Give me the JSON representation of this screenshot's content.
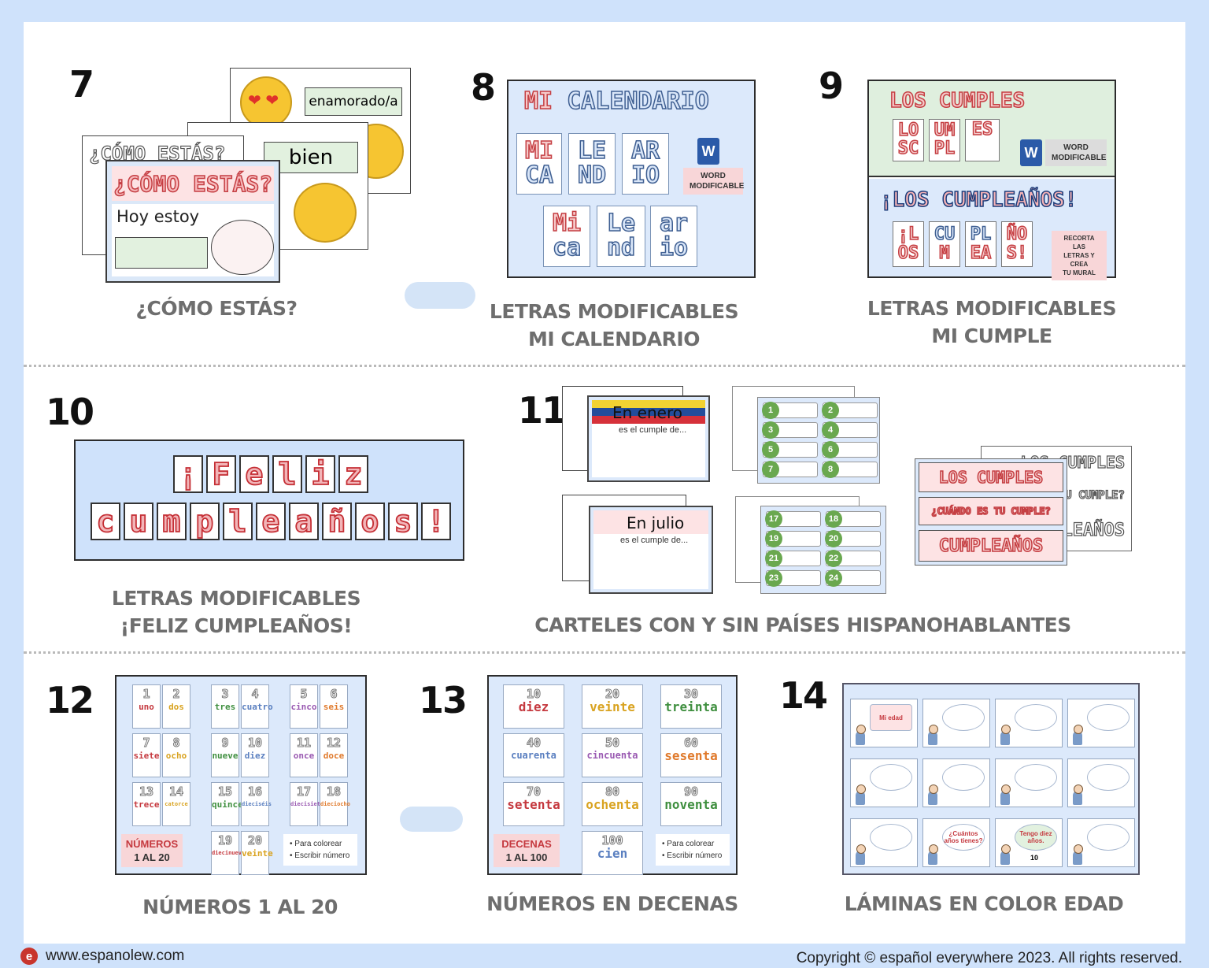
{
  "footer": {
    "website": "www.espanolew.com",
    "copyright": "Copyright © español everywhere 2023. All rights reserved."
  },
  "items": [
    {
      "number": "7",
      "caption": [
        "¿CÓMO ESTÁS?"
      ],
      "preview": {
        "title": "¿CÓMO ESTÁS?",
        "prompt": "Hoy estoy",
        "words": [
          "enamorado/a",
          "bien"
        ]
      }
    },
    {
      "number": "8",
      "caption": [
        "LETRAS MODIFICABLES",
        "MI CALENDARIO"
      ],
      "preview": {
        "title": "MI CALENDARIO",
        "tiles_a": [
          "MI CA",
          "LE ND",
          "AR IO"
        ],
        "tiles_b": [
          "Mi ca",
          "Le nd",
          "ar io"
        ],
        "badge": [
          "WORD",
          "MODIFICABLE"
        ]
      }
    },
    {
      "number": "9",
      "caption": [
        "LETRAS MODIFICABLES",
        "MI CUMPLE"
      ],
      "preview": {
        "title": "LOS CUMPLES",
        "tiles_a": [
          "LO SC",
          "UM PL",
          "ES"
        ],
        "title_b": "¡LOS CUMPLEAÑOS!",
        "tiles_b": [
          "¡L OS",
          "CU M",
          "PL EA",
          "ÑO S!"
        ],
        "badge": [
          "WORD",
          "MODIFICABLE"
        ],
        "note": [
          "RECORTA LAS",
          "LETRAS Y CREA",
          "TU MURAL"
        ]
      }
    },
    {
      "number": "10",
      "caption": [
        "LETRAS MODIFICABLES",
        "¡FELIZ CUMPLEAÑOS!"
      ],
      "preview": {
        "row1": [
          "¡",
          "F",
          "e",
          "l",
          "i",
          "z"
        ],
        "row2": [
          "c",
          "u",
          "m",
          "p",
          "l",
          "e",
          "a",
          "ñ",
          "o",
          "s",
          "!"
        ]
      }
    },
    {
      "number": "11",
      "caption": [
        "CARTELES CON Y SIN PAÍSES HISPANOHABLANTES"
      ],
      "preview": {
        "month_a": "En enero",
        "month_b": "En julio",
        "sub": "es el cumple de...",
        "banners": [
          "LOS CUMPLES",
          "¿CUÁNDO ES TU CUMPLE?",
          "CUMPLEAÑOS"
        ],
        "nums_a": [
          "1",
          "2",
          "3",
          "4",
          "5",
          "6",
          "7",
          "8"
        ],
        "nums_b": [
          "17",
          "18",
          "19",
          "20",
          "21",
          "22",
          "23",
          "24"
        ]
      }
    },
    {
      "number": "12",
      "caption": [
        "NÚMEROS 1 AL 20"
      ],
      "preview": {
        "label": [
          "NÚMEROS",
          "1 AL 20"
        ],
        "bullets": [
          "Para colorear",
          "Escribir número"
        ],
        "cards": [
          [
            "1",
            "uno"
          ],
          [
            "2",
            "dos"
          ],
          [
            "3",
            "tres"
          ],
          [
            "4",
            "cuatro"
          ],
          [
            "5",
            "cinco"
          ],
          [
            "6",
            "seis"
          ],
          [
            "7",
            "siete"
          ],
          [
            "8",
            "ocho"
          ],
          [
            "9",
            "nueve"
          ],
          [
            "10",
            "diez"
          ],
          [
            "11",
            "once"
          ],
          [
            "12",
            "doce"
          ],
          [
            "13",
            "trece"
          ],
          [
            "14",
            "catorce"
          ],
          [
            "15",
            "quince"
          ],
          [
            "16",
            "dieciséis"
          ],
          [
            "17",
            "diecisiete"
          ],
          [
            "18",
            "dieciocho"
          ],
          [
            "19",
            "diecinueve"
          ],
          [
            "20",
            "veinte"
          ]
        ]
      }
    },
    {
      "number": "13",
      "caption": [
        "NÚMEROS EN DECENAS"
      ],
      "preview": {
        "label": [
          "DECENAS",
          "1 AL 100"
        ],
        "bullets": [
          "Para colorear",
          "Escribir número"
        ],
        "cards": [
          [
            "10",
            "diez"
          ],
          [
            "20",
            "veinte"
          ],
          [
            "30",
            "treinta"
          ],
          [
            "40",
            "cuarenta"
          ],
          [
            "50",
            "cincuenta"
          ],
          [
            "60",
            "sesenta"
          ],
          [
            "70",
            "setenta"
          ],
          [
            "80",
            "ochenta"
          ],
          [
            "90",
            "noventa"
          ],
          [
            "100",
            "cien"
          ]
        ]
      }
    },
    {
      "number": "14",
      "caption": [
        "LÁMINAS EN COLOR EDAD"
      ],
      "preview": {
        "title": "Mi edad",
        "q": "¿Cuántos años tienes?",
        "a": "Tengo diez años.",
        "n": "10"
      }
    }
  ],
  "colors": {
    "page_bg": "#cfe2fb",
    "caption": "#6e6e6e",
    "accent_red": "#c53f43",
    "accent_blue": "#3f5f92"
  }
}
